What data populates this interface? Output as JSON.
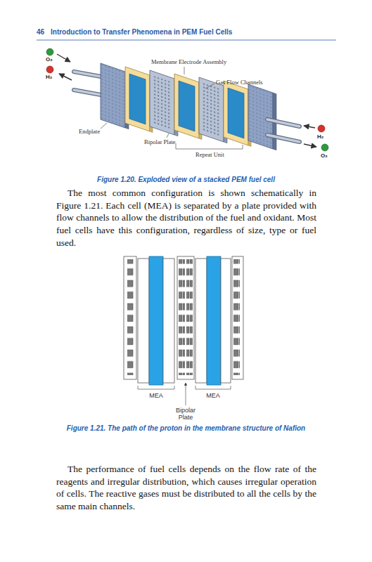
{
  "diagram": {
    "title": "Introduction to Transfer Phenomena in PEM Fuel Cells",
    "caption": "Figure 1.20. Exploded view of a stacked PEM fuel cell",
    "labels": [
      "46",
      "Membrane Electrode Assembly",
      "O₂",
      "H₂",
      "Gas Flow Channels",
      "Endplate",
      "Bipolar Plate",
      "Repeat Unit",
      "H₂",
      "O₂",
      "The most common configuration is shown schematically in Figure 1.21. Each cell (MEA) is separated by a plate provided with flow channels to allow the distribution of the fuel and oxidant. Most fuel cells have this configuration, regardless of size, type or fuel used.",
      "MEA",
      "MEA",
      "Bipolar Plate",
      "Figure 1.21. The path of the proton in the membrane structure of Nafion",
      "The performance of fuel cells depends on the flow rate of the reagents and irregular distribution, which causes irregular operation of cells. The reactive gases must be distributed to all the cells by the same main channels."
    ]
  }
}
